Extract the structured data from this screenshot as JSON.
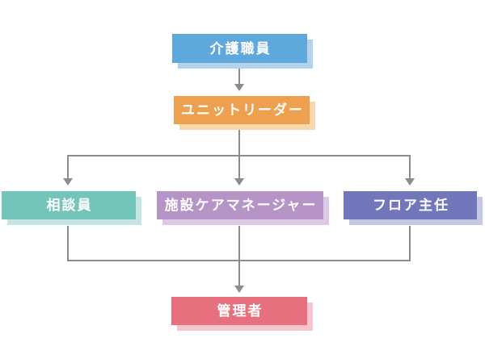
{
  "diagram": {
    "type": "org-chart",
    "background_color": "#ffffff",
    "connector_color": "#8c8c8c",
    "node_text_color": "#ffffff",
    "nodes": {
      "care_worker": {
        "label": "介護職員",
        "color": "#5fa8dc",
        "shadow_color": "#b3d3ed"
      },
      "unit_leader": {
        "label": "ユニットリーダー",
        "color": "#eda04f",
        "shadow_color": "#f7d8ac"
      },
      "counselor": {
        "label": "相談員",
        "color": "#74c5b9",
        "shadow_color": "#c4e5e0"
      },
      "facility_care_manager": {
        "label": "施設ケアマネージャー",
        "color": "#b794c8",
        "shadow_color": "#dcc9e3"
      },
      "floor_chief": {
        "label": "フロア主任",
        "color": "#7276ba",
        "shadow_color": "#c6c8e5"
      },
      "administrator": {
        "label": "管理者",
        "color": "#e7707e",
        "shadow_color": "#f5c6ce"
      }
    },
    "edges": [
      {
        "from": "care_worker",
        "to": "unit_leader"
      },
      {
        "from": "unit_leader",
        "to": "counselor"
      },
      {
        "from": "unit_leader",
        "to": "facility_care_manager"
      },
      {
        "from": "unit_leader",
        "to": "floor_chief"
      },
      {
        "from": "counselor",
        "to": "administrator"
      },
      {
        "from": "facility_care_manager",
        "to": "administrator"
      },
      {
        "from": "floor_chief",
        "to": "administrator"
      }
    ]
  }
}
